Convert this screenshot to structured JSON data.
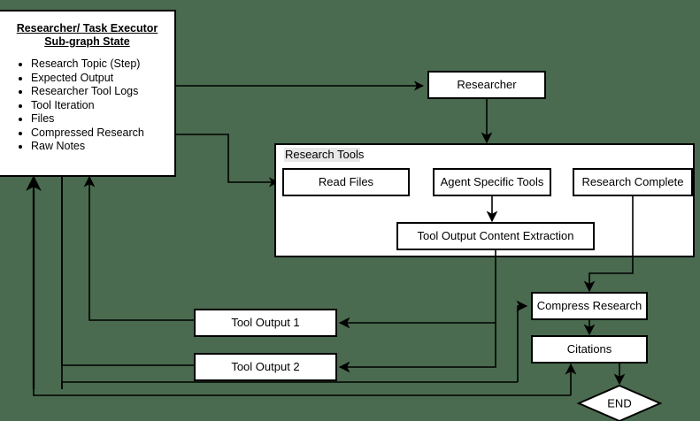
{
  "diagram": {
    "title": "Researcher / Task Executor Sub-graph",
    "background_color": "#4a6b4f",
    "node_fill": "#ffffff",
    "stroke_color": "#000000",
    "group_label_bg": "#e8e8e8"
  },
  "state_panel": {
    "title_line1": "Researcher/ Task Executor",
    "title_line2": "Sub-graph State",
    "items": [
      "Research Topic (Step)",
      "Expected Output",
      "Researcher Tool Logs",
      "Tool Iteration",
      "Files",
      "Compressed Research",
      "Raw Notes"
    ]
  },
  "nodes": {
    "researcher": "Researcher",
    "research_tools_group": "Research Tools",
    "read_files": "Read Files",
    "agent_specific_tools": "Agent Specific Tools",
    "research_complete": "Research Complete",
    "tool_output_content_extraction": "Tool Output Content Extraction",
    "tool_output_1": "Tool Output 1",
    "tool_output_2": "Tool Output 2",
    "compress_research": "Compress Research",
    "citations": "Citations",
    "end": "END"
  },
  "edges": [
    {
      "from": "state_panel",
      "to": "researcher"
    },
    {
      "from": "state_panel",
      "to": "read_files"
    },
    {
      "from": "researcher",
      "to": "research_tools_group"
    },
    {
      "from": "agent_specific_tools",
      "to": "tool_output_content_extraction"
    },
    {
      "from": "tool_output_content_extraction",
      "to": "tool_output_1"
    },
    {
      "from": "tool_output_content_extraction",
      "to": "tool_output_2"
    },
    {
      "from": "research_complete",
      "to": "compress_research"
    },
    {
      "from": "compress_research",
      "to": "citations"
    },
    {
      "from": "citations",
      "to": "end"
    },
    {
      "from": "tool_output_1",
      "to": "state_panel"
    },
    {
      "from": "tool_output_2",
      "to": "state_panel"
    },
    {
      "from": "tool_output_2",
      "to": "compress_research"
    },
    {
      "from": "end",
      "to": "citations"
    }
  ]
}
